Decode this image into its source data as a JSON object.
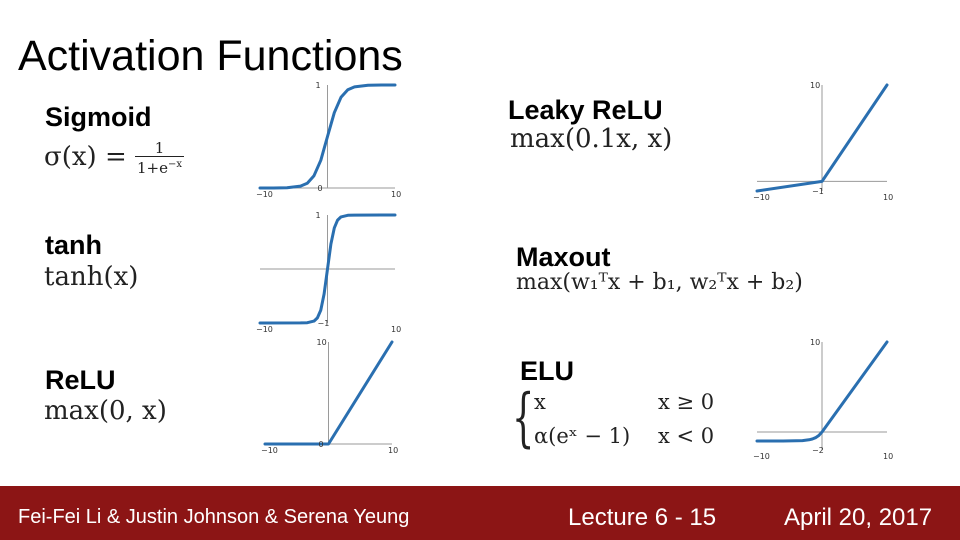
{
  "slide": {
    "title": "Activation Functions",
    "footer": {
      "authors": "Fei-Fei Li & Justin Johnson & Serena Yeung",
      "lecture": "Lecture 6 - 15",
      "date": "April 20, 2017"
    }
  },
  "functions": [
    {
      "name": "Sigmoid",
      "formula_lhs": "σ(x) = ",
      "frac_num": "1",
      "frac_den": "1+e",
      "frac_exp": "−x"
    },
    {
      "name": "tanh",
      "formula": "tanh(x)"
    },
    {
      "name": "ReLU",
      "formula": "max(0, x)"
    },
    {
      "name": "Leaky ReLU",
      "formula": "max(0.1x, x)"
    },
    {
      "name": "Maxout",
      "formula": "max(w₁ᵀx + b₁, w₂ᵀx + b₂)"
    },
    {
      "name": "ELU",
      "case1_expr": "x",
      "case1_cond": "x ≥ 0",
      "case2_expr": "α(eˣ − 1)",
      "case2_cond": "x < 0"
    }
  ],
  "chart_data": [
    {
      "type": "line",
      "name": "sigmoid",
      "xlim": [
        -10,
        10
      ],
      "ylim": [
        0,
        1
      ],
      "x_ticks": [
        "−10",
        "10"
      ],
      "y_ticks": [
        "0",
        "1"
      ],
      "x": [
        -10,
        -8,
        -6,
        -4,
        -3,
        -2,
        -1,
        0,
        1,
        2,
        3,
        4,
        6,
        8,
        10
      ],
      "y": [
        0.0,
        0.0003,
        0.0025,
        0.018,
        0.047,
        0.119,
        0.269,
        0.5,
        0.731,
        0.881,
        0.953,
        0.982,
        0.9975,
        0.9997,
        1.0
      ]
    },
    {
      "type": "line",
      "name": "tanh",
      "xlim": [
        -10,
        10
      ],
      "ylim": [
        -1,
        1
      ],
      "x_ticks": [
        "−10",
        "10"
      ],
      "y_ticks": [
        "−1",
        "1"
      ],
      "x": [
        -10,
        -4,
        -3,
        -2,
        -1.5,
        -1,
        -0.5,
        0,
        0.5,
        1,
        1.5,
        2,
        3,
        4,
        10
      ],
      "y": [
        -1,
        -0.999,
        -0.995,
        -0.964,
        -0.905,
        -0.762,
        -0.462,
        0,
        0.462,
        0.762,
        0.905,
        0.964,
        0.995,
        0.999,
        1
      ]
    },
    {
      "type": "line",
      "name": "relu",
      "xlim": [
        -10,
        10
      ],
      "ylim": [
        0,
        10
      ],
      "x_ticks": [
        "−10",
        "10"
      ],
      "y_ticks": [
        "0",
        "10"
      ],
      "x": [
        -10,
        0,
        10
      ],
      "y": [
        0,
        0,
        10
      ]
    },
    {
      "type": "line",
      "name": "leaky-relu",
      "xlim": [
        -10,
        10
      ],
      "ylim": [
        -1,
        10
      ],
      "x_ticks": [
        "−10",
        "10"
      ],
      "y_ticks": [
        "−1",
        "10"
      ],
      "x": [
        -10,
        0,
        10
      ],
      "y": [
        -1,
        0,
        10
      ]
    },
    {
      "type": "line",
      "name": "elu",
      "xlim": [
        -10,
        10
      ],
      "ylim": [
        -2,
        10
      ],
      "x_ticks": [
        "−10",
        "10"
      ],
      "y_ticks": [
        "−2",
        "10"
      ],
      "x": [
        -10,
        -6,
        -4,
        -3,
        -2,
        -1.5,
        -1,
        -0.5,
        0,
        10
      ],
      "y": [
        -1,
        -0.998,
        -0.982,
        -0.95,
        -0.865,
        -0.777,
        -0.632,
        -0.393,
        0,
        10
      ]
    }
  ]
}
